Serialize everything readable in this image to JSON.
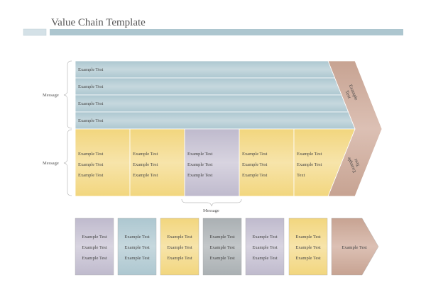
{
  "title": "Value Chain Template",
  "messages": {
    "top": "Message",
    "middle": "Message",
    "bottom": "Message"
  },
  "blue_rows": [
    "Example Test",
    "Example Test",
    "Example Test",
    "Example Test"
  ],
  "yellow_columns": [
    [
      "Example Test",
      "Example Test",
      "Example Test"
    ],
    [
      "Example Test",
      "Example Test",
      "Example Test"
    ],
    [
      "Example Test",
      "Example Test",
      "Example Test"
    ],
    [
      "Example Test",
      "Example Test",
      "Example Test"
    ],
    [
      "Example Test",
      "Example Test",
      "Text"
    ]
  ],
  "chevron": {
    "top_text": [
      "Example",
      "Text"
    ],
    "bottom_text": [
      "Example",
      "Text"
    ]
  },
  "legend_boxes": [
    [
      "Example Test",
      "Example Test",
      "Example Test"
    ],
    [
      "Example Test",
      "Example Test",
      "Example Test"
    ],
    [
      "Example Test",
      "Example Test",
      "Example Test"
    ],
    [
      "Example Test",
      "Example Test",
      "Example Test"
    ],
    [
      "Example Test",
      "Example Test",
      "Example Test"
    ],
    [
      "Example Test",
      "Example Test",
      "Example Test"
    ]
  ],
  "legend_arrow": "Example Test",
  "colors": {
    "blue": "#b4cdd6",
    "yellow": "#f3da8a",
    "purple": "#c9c5d5",
    "grey": "#b5b9bb",
    "brown": "#cdab9c"
  }
}
